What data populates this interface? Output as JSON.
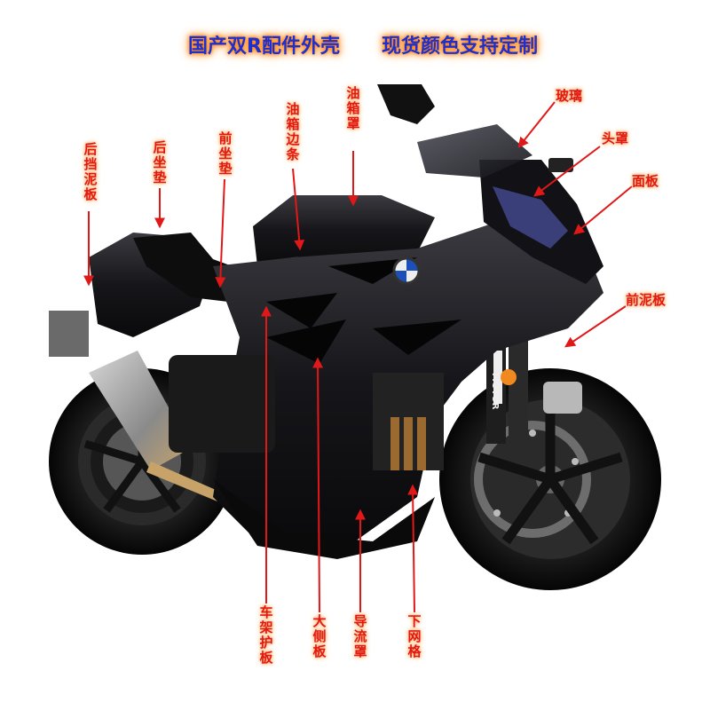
{
  "banner": {
    "left": "国产双R配件外壳",
    "right": "现货颜色支持定制"
  },
  "labels": {
    "rear_fender": "后挡泥板",
    "rear_seat": "后坐垫",
    "front_seat": "前坐垫",
    "tank_trim": "油箱边条",
    "tank_cover": "油箱罩",
    "windshield": "玻璃",
    "headlight_cover": "头罩",
    "front_panel": "面板",
    "front_fender": "前泥板",
    "frame_guard": "车架护板",
    "side_panel": "大侧板",
    "air_duct": "导流罩",
    "lower_grille": "下网格"
  },
  "fork_decal": "MOTOR",
  "colors": {
    "title": "#1d2fd0",
    "glow": "#ff8c1a",
    "label": "#e11818",
    "arrow": "#e11818",
    "body": "#16161a"
  }
}
